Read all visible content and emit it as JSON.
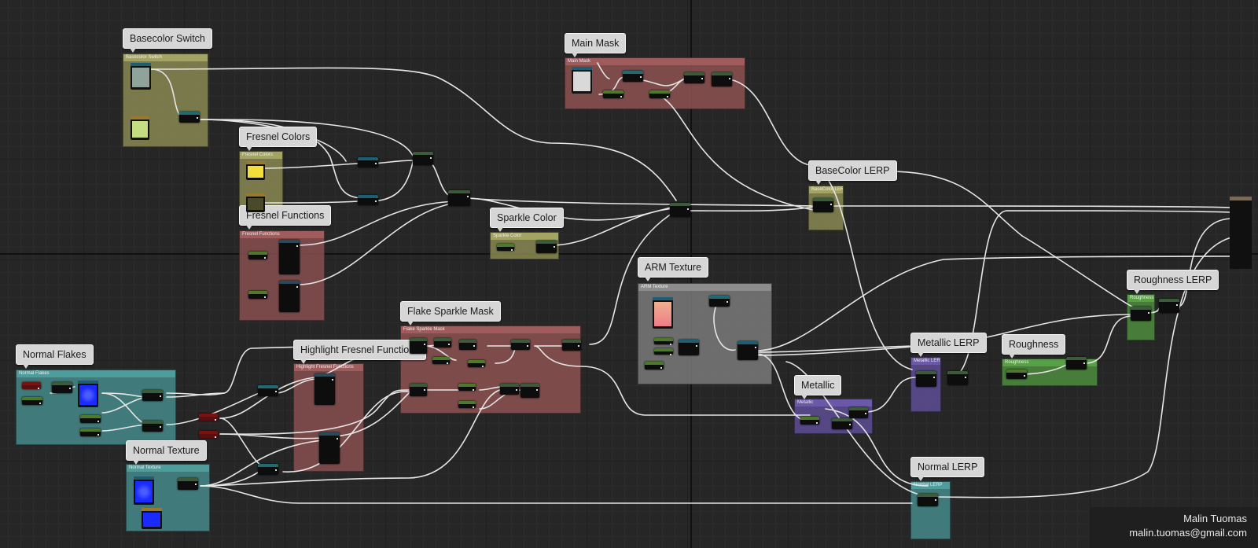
{
  "comments": [
    {
      "id": "basecolor-switch",
      "label": "Basecolor Switch",
      "header": "Basecolor Switch",
      "color": "#8f8f55"
    },
    {
      "id": "fresnel-colors",
      "label": "Fresnel Colors",
      "header": "Fresnel Colors",
      "color": "#8f8f55"
    },
    {
      "id": "fresnel-functions",
      "label": "Fresnel Functions",
      "header": "Fresnel Functions",
      "color": "#8e5252"
    },
    {
      "id": "main-mask",
      "label": "Main Mask",
      "header": "Main Mask",
      "color": "#8e5252"
    },
    {
      "id": "sparkle-color",
      "label": "Sparkle Color",
      "header": "Sparkle Color",
      "color": "#8f8f55"
    },
    {
      "id": "basecolor-lerp",
      "label": "BaseColor LERP",
      "header": "BaseColor LERP",
      "color": "#8f8f55"
    },
    {
      "id": "arm-texture",
      "label": "ARM Texture",
      "header": "ARM Texture",
      "color": "#7a7a7a"
    },
    {
      "id": "flake-sparkle-mask",
      "label": "Flake Sparkle Mask",
      "header": "Flake Sparkle Mask",
      "color": "#8e5252"
    },
    {
      "id": "highlight-fresnel-functions",
      "label": "Highlight Fresnel Functions",
      "header": "Highlight Fresnel Functions",
      "color": "#8e5252"
    },
    {
      "id": "normal-flakes",
      "label": "Normal Flakes",
      "header": "Normal Flakes",
      "color": "#458a8a"
    },
    {
      "id": "normal-texture",
      "label": "Normal Texture",
      "header": "Normal Texture",
      "color": "#458a8a"
    },
    {
      "id": "metallic",
      "label": "Metallic",
      "header": "Metallic",
      "color": "#5e4e94"
    },
    {
      "id": "metallic-lerp",
      "label": "Metallic LERP",
      "header": "Metallic LERP",
      "color": "#5e4e94"
    },
    {
      "id": "roughness",
      "label": "Roughness",
      "header": "Roughness",
      "color": "#4d8c3f"
    },
    {
      "id": "roughness-lerp",
      "label": "Roughness LERP",
      "header": "Roughness LERP",
      "color": "#4d8c3f"
    },
    {
      "id": "normal-lerp",
      "label": "Normal LERP",
      "header": "Normal LERP",
      "color": "#458a8a"
    }
  ],
  "colors": {
    "wire": "#e6e6e6",
    "yellow_swatch": "#f2df3a",
    "light_green_swatch": "#c4dd82",
    "blue_swatch": "#1a2bff",
    "red_param": "#7a1212"
  },
  "credit": {
    "name": "Malin Tuomas",
    "email": "malin.tuomas@gmail.com"
  }
}
